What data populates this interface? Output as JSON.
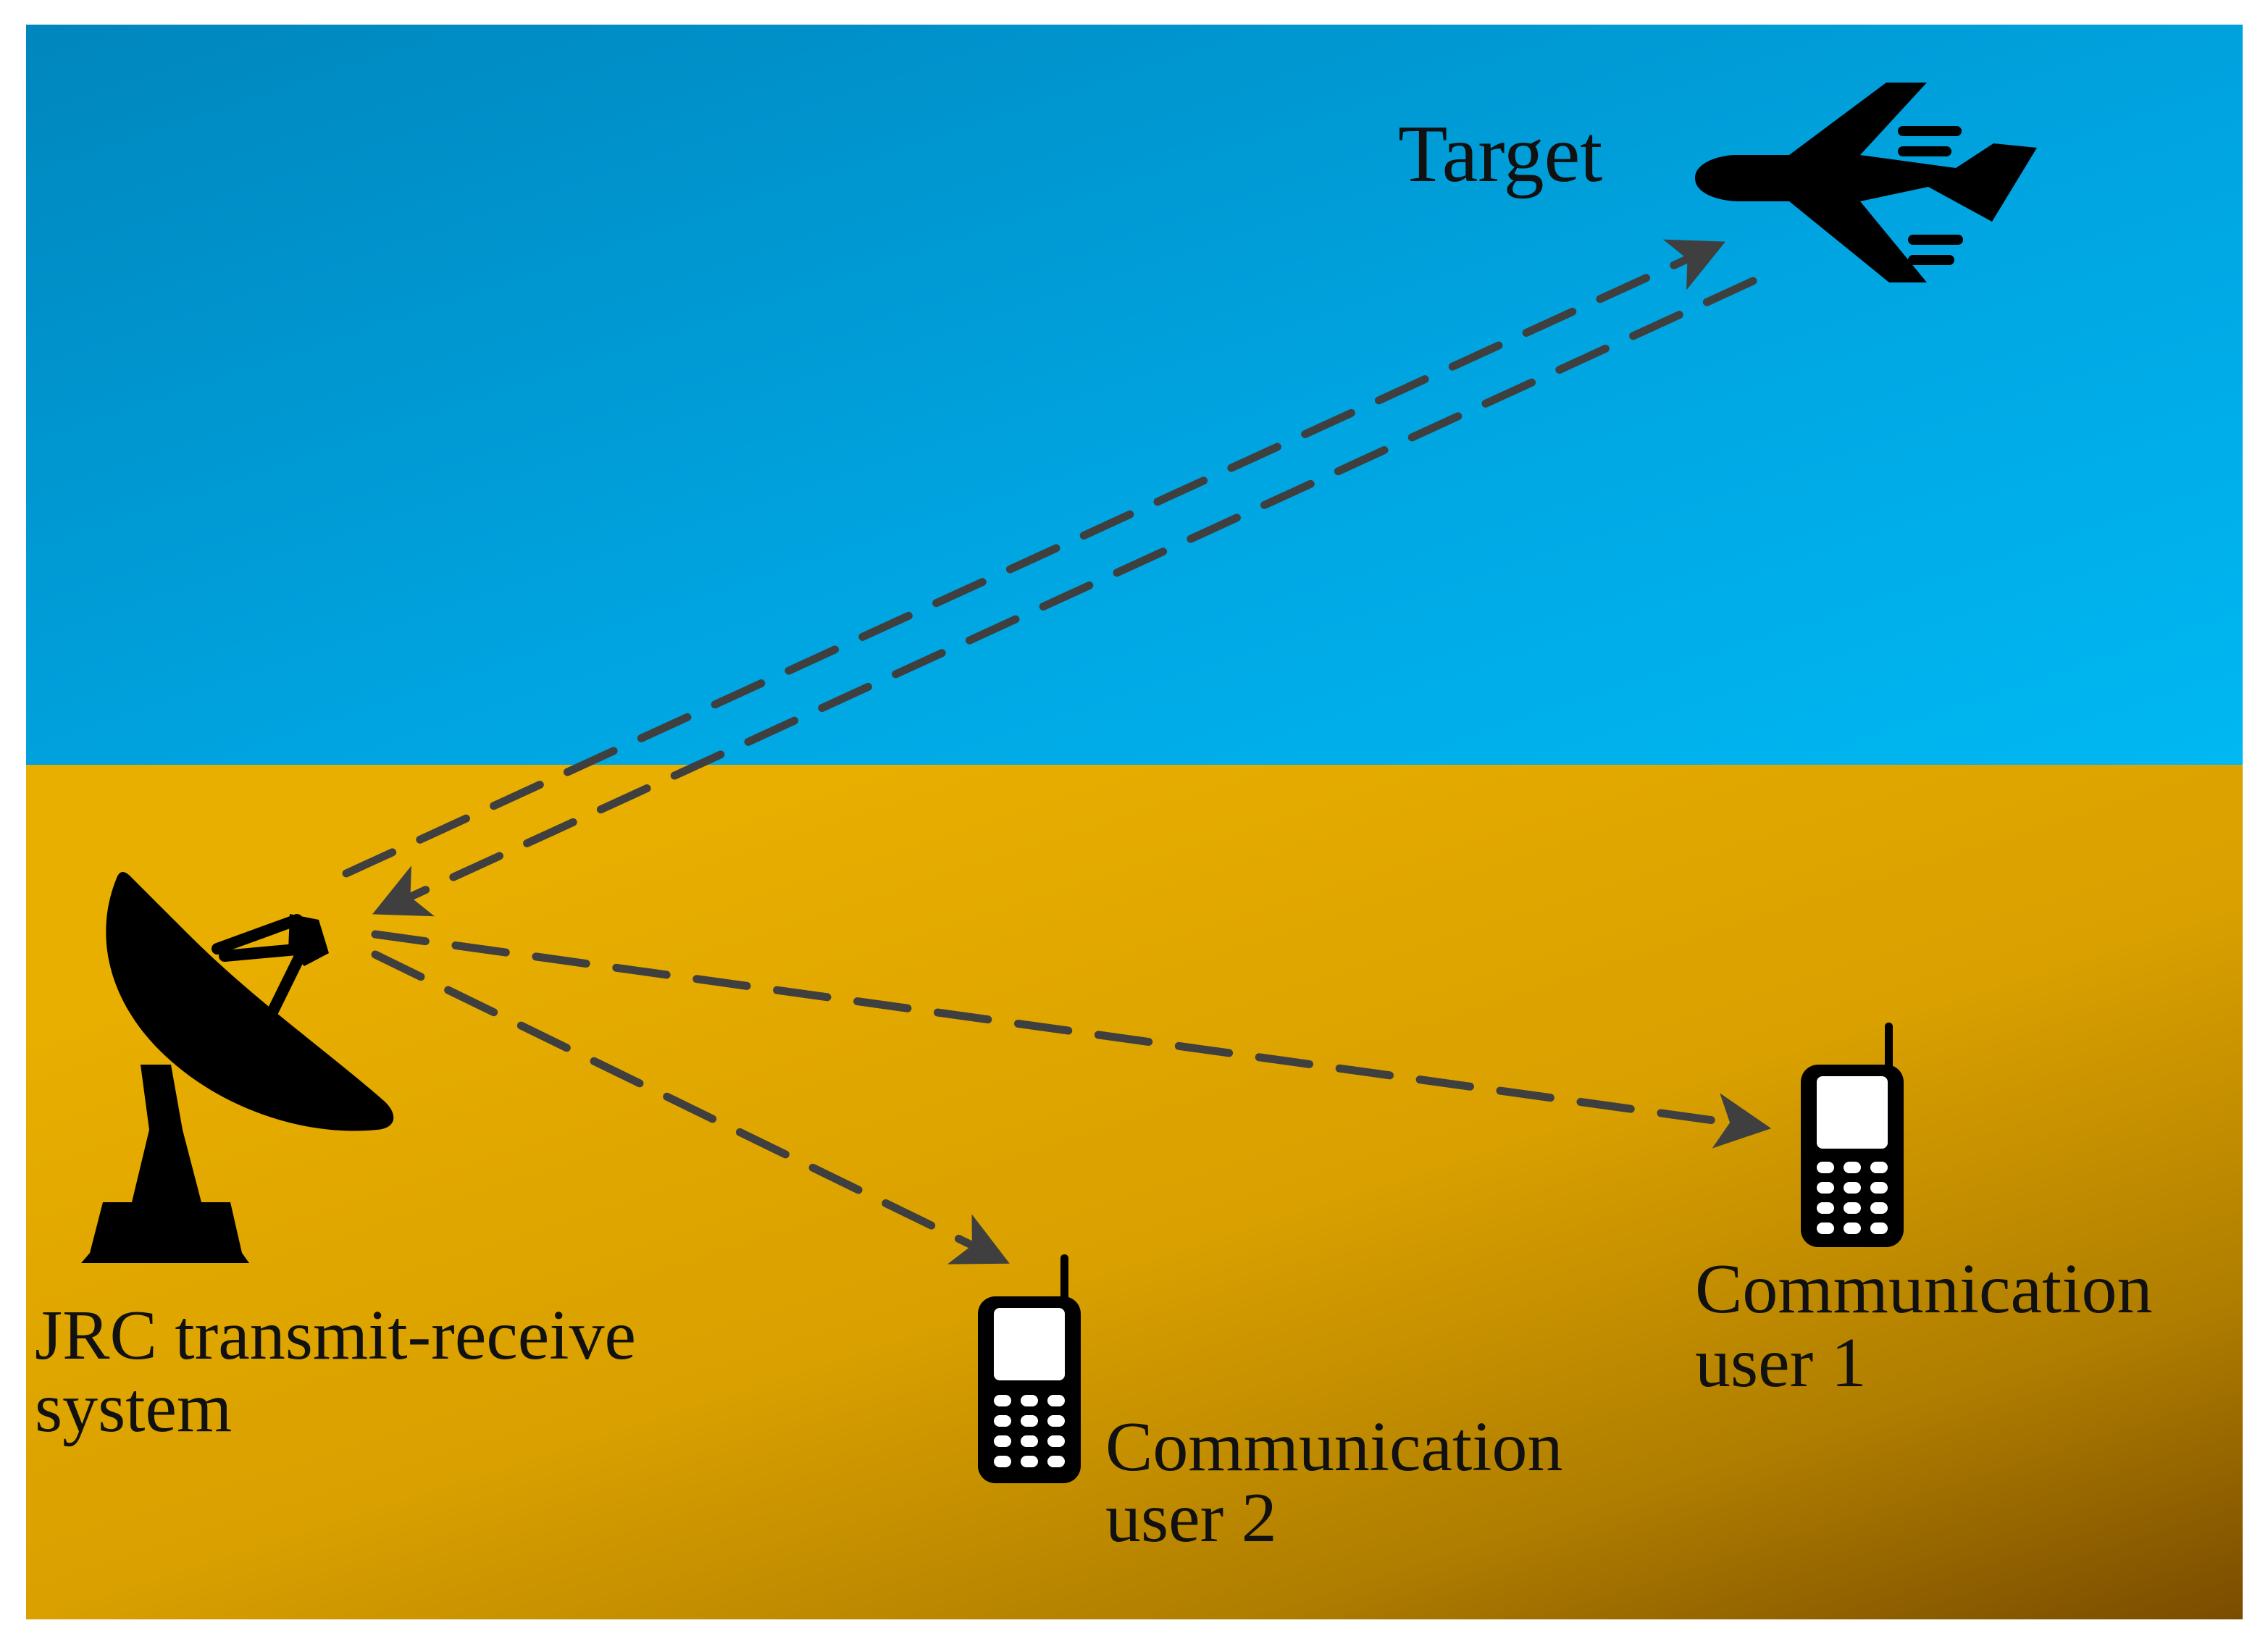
{
  "labels": {
    "target": "Target",
    "jrc_line1": "JRC transmit-receive",
    "jrc_line2": "system",
    "user1_line1": "Communication",
    "user1_line2": "user 1",
    "user2_line1": "Communication",
    "user2_line2": "user 2"
  },
  "colors": {
    "sky_dark": "#0086bd",
    "sky_light": "#00b4f0",
    "ground_light": "#e6ac00",
    "ground_dark": "#7a4a00",
    "link_line": "#3f3f3f",
    "icon": "#000000"
  },
  "icons": {
    "target": "airplane-icon",
    "jrc": "radar-dish-icon",
    "user1": "mobile-phone-icon",
    "user2": "mobile-phone-icon"
  },
  "links": [
    {
      "from": "JRC transmit-receive system",
      "to": "Target",
      "style": "dashed-arrow"
    },
    {
      "from": "Target",
      "to": "JRC transmit-receive system",
      "style": "dashed-arrow"
    },
    {
      "from": "JRC transmit-receive system",
      "to": "Communication user 1",
      "style": "dashed-arrow"
    },
    {
      "from": "JRC transmit-receive system",
      "to": "Communication user 2",
      "style": "dashed-arrow"
    }
  ]
}
